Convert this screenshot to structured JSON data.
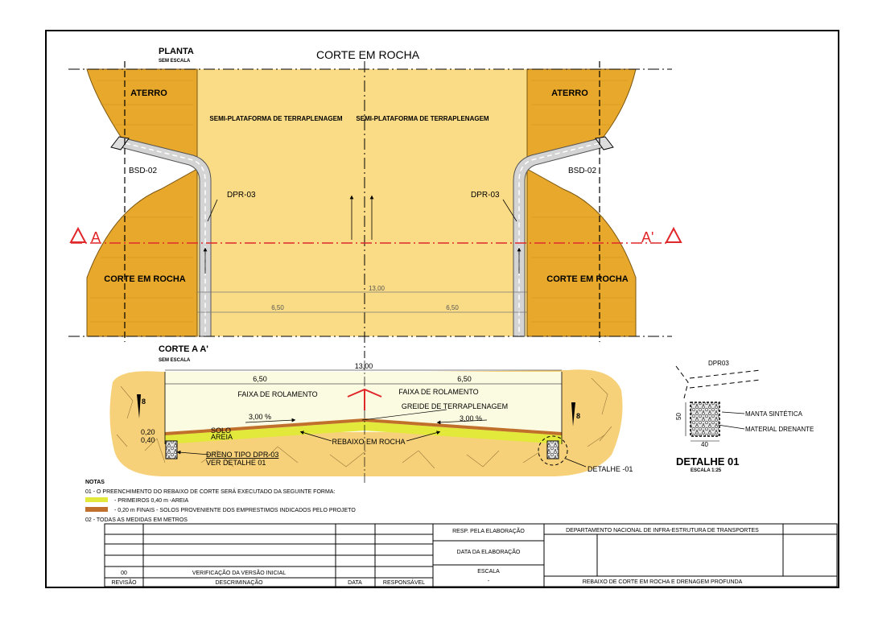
{
  "plan": {
    "title": "PLANTA",
    "scale": "SEM ESCALA",
    "main_title": "CORTE EM ROCHA",
    "aterro_left": "ATERRO",
    "aterro_right": "ATERRO",
    "semi_left": "SEMI-PLATAFORMA DE TERRAPLENAGEM",
    "semi_right": "SEMI-PLATAFORMA DE TERRAPLENAGEM",
    "bsd_left": "BSD-02",
    "bsd_right": "BSD-02",
    "dpr_left": "DPR-03",
    "dpr_right": "DPR-03",
    "section_left": "A",
    "section_right": "A'",
    "corte_left": "CORTE EM ROCHA",
    "corte_right": "CORTE EM ROCHA",
    "dim_total": "13,00",
    "dim_left": "6,50",
    "dim_right": "6,50"
  },
  "section": {
    "title": "CORTE A A'",
    "scale": "SEM ESCALA",
    "dim_total": "13,00",
    "dim_left": "6,50",
    "dim_right": "6,50",
    "faixa_left": "FAIXA DE ROLAMENTO",
    "faixa_right": "FAIXA DE ROLAMENTO",
    "greide": "GREIDE DE TERRAPLENAGEM",
    "slope_left": "3,00 %",
    "slope_right": "3,00 %",
    "solo": "SOLO",
    "areia": "AREIA",
    "dim_020": "0,20",
    "dim_040": "0,40",
    "rebaixo": "REBAIXO EM ROCHA",
    "dreno1": "DRENO TIPO DPR-03",
    "dreno2": "VER DETALHE 01",
    "detalhe_ref": "DETALHE -01",
    "slope_mark": "8"
  },
  "detail": {
    "dpr": "DPR03",
    "manta": "MANTA SINTÉTICA",
    "material": "MATERIAL DRENANTE",
    "dim_h": "50",
    "dim_w": "40",
    "title": "DETALHE 01",
    "scale": "ESCALA 1:25"
  },
  "notes": {
    "title": "NOTAS",
    "n1": "01 - O PREENCHIMENTO DO REBAIXO DE CORTE SERÁ EXECUTADO DA SEGUINTE FORMA:",
    "n1a": "- PRIMEIROS 0,40 m -AREIA",
    "n1b": "- 0,20 m FINAIS - SOLOS PROVENIENTE DOS EMPRESTIMOS INDICADOS PELO PROJETO",
    "n2": "02 - TODAS AS MEDIDAS EM METROS"
  },
  "titleblock": {
    "resp": "RESP. PELA ELABORAÇÃO",
    "data_elab": "DATA DA ELABORAÇÃO",
    "escala": "ESCALA",
    "escala_val": "-",
    "dept": "DEPARTAMENTO NACIONAL DE INFRA-ESTRUTURA DE TRANSPORTES",
    "drawing_title": "REBAIXO DE CORTE EM ROCHA E DRENAGEM PROFUNDA",
    "rev_num": "00",
    "rev_desc": "VERIFICAÇÃO DA VERSÃO INICIAL",
    "h_revisao": "REVISÃO",
    "h_descr": "DESCRIMINAÇÃO",
    "h_data": "DATA",
    "h_resp": "RESPONSÁVEL"
  },
  "colors": {
    "platform": "#fbdc86",
    "aterro": "#e7a82b",
    "rock": "#f6d17a",
    "solo": "#c0702a",
    "areia": "#e3e93b",
    "section_red": "#e0282b"
  }
}
